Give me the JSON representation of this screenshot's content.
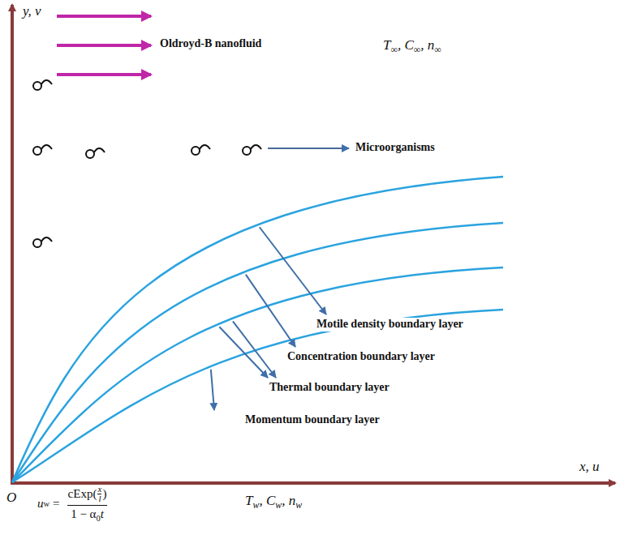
{
  "diagram": {
    "labels": [
      "y, v",
      "Oldroyd-B nanofluid",
      "T∞, C∞, n∞",
      "Microorganisms",
      "Motile density boundary layer",
      "Concentration boundary layer",
      "Thermal boundary layer",
      "Momentum boundary layer",
      "x, u",
      "O",
      "u",
      "w",
      "=",
      "cExp(",
      "x",
      "l",
      ")",
      "1 − α",
      "0",
      "t",
      "Tw, Cw, nw"
    ]
  }
}
